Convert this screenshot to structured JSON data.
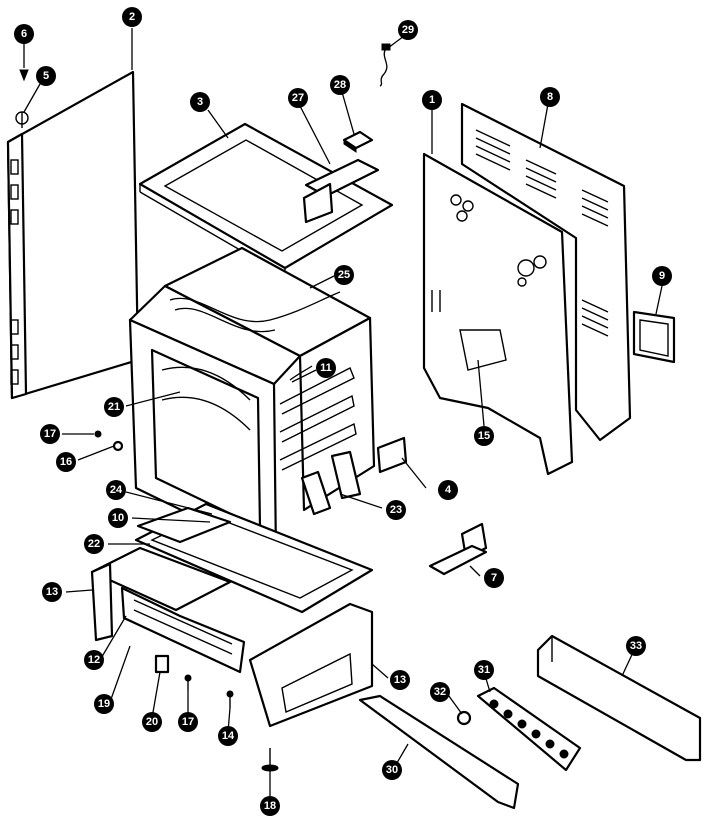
{
  "callouts": [
    {
      "id": "1",
      "label": "1"
    },
    {
      "id": "2",
      "label": "2"
    },
    {
      "id": "3",
      "label": "3"
    },
    {
      "id": "4",
      "label": "4"
    },
    {
      "id": "5",
      "label": "5"
    },
    {
      "id": "6",
      "label": "6"
    },
    {
      "id": "7",
      "label": "7"
    },
    {
      "id": "8",
      "label": "8"
    },
    {
      "id": "9",
      "label": "9"
    },
    {
      "id": "11",
      "label": "11"
    },
    {
      "id": "12",
      "label": "12"
    },
    {
      "id": "13a",
      "label": "13"
    },
    {
      "id": "13b",
      "label": "13"
    },
    {
      "id": "14",
      "label": "14"
    },
    {
      "id": "15",
      "label": "15"
    },
    {
      "id": "16",
      "label": "16"
    },
    {
      "id": "17a",
      "label": "17"
    },
    {
      "id": "17b",
      "label": "17"
    },
    {
      "id": "18",
      "label": "18"
    },
    {
      "id": "19",
      "label": "19"
    },
    {
      "id": "20",
      "label": "20"
    },
    {
      "id": "21",
      "label": "21"
    },
    {
      "id": "22",
      "label": "22"
    },
    {
      "id": "23",
      "label": "23"
    },
    {
      "id": "24",
      "label": "24"
    },
    {
      "id": "25",
      "label": "25"
    },
    {
      "id": "27",
      "label": "27"
    },
    {
      "id": "28",
      "label": "28"
    },
    {
      "id": "29",
      "label": "29"
    },
    {
      "id": "30",
      "label": "30"
    },
    {
      "id": "31",
      "label": "31"
    },
    {
      "id": "32",
      "label": "32"
    },
    {
      "id": "33",
      "label": "33"
    },
    {
      "id": "10",
      "label": "10"
    }
  ]
}
